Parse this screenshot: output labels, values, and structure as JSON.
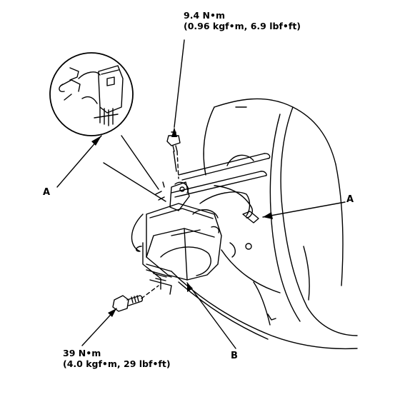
{
  "torque_upper": {
    "line1": "9.4 N•m",
    "line2": "(0.96 kgf•m, 6.9 lbf•ft)"
  },
  "torque_lower": {
    "line1": "39 N•m",
    "line2": "(4.0 kgf•m, 29 lbf•ft)"
  },
  "callouts": {
    "a_left": "A",
    "a_right": "A",
    "b": "B"
  },
  "colors": {
    "line": "#000000",
    "background": "#ffffff"
  }
}
